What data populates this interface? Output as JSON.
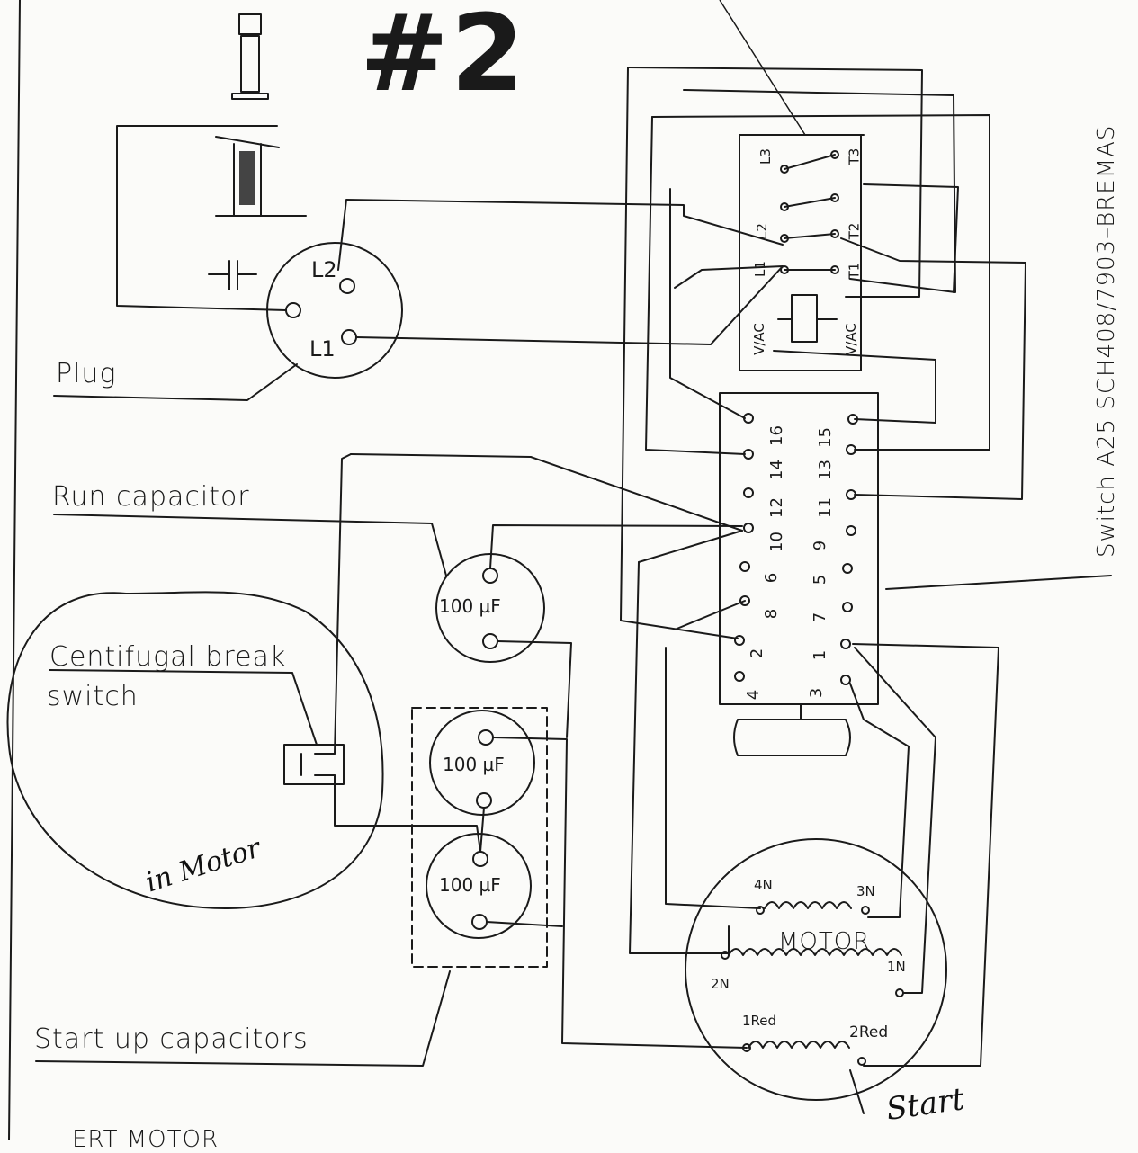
{
  "title": "#2",
  "labels": {
    "plug": "Plug",
    "run_capacitor": "Run capacitor",
    "centrifugal_line1": "Centifugal break",
    "centrifugal_line2": "switch",
    "start_capacitors": "Start up capacitors",
    "switch_model": "Switch A25 SCH408/7903–BREMAS",
    "in_motor": "in Motor",
    "start": "Start",
    "bottom_text": "ERT MOTOR"
  },
  "plug_pins": {
    "l1": "L1",
    "l2": "L2"
  },
  "capacitors": {
    "run": "100 µF",
    "start_top": "100 µF",
    "start_bottom": "100 µF"
  },
  "switch_terminals": {
    "top": [
      "L3",
      "L2",
      "L1",
      "T3",
      "T2",
      "T1"
    ],
    "coil": [
      "V/AC",
      "V/AC"
    ],
    "left_column": [
      "16",
      "14",
      "12",
      "10",
      "6",
      "8",
      "2",
      "4"
    ],
    "right_column": [
      "15",
      "13",
      "11",
      "9",
      "5",
      "7",
      "1",
      "3"
    ]
  },
  "motor": {
    "label": "MOTOR",
    "terminals": [
      "4N",
      "3N",
      "2N",
      "1N",
      "1Red",
      "2Red"
    ]
  }
}
